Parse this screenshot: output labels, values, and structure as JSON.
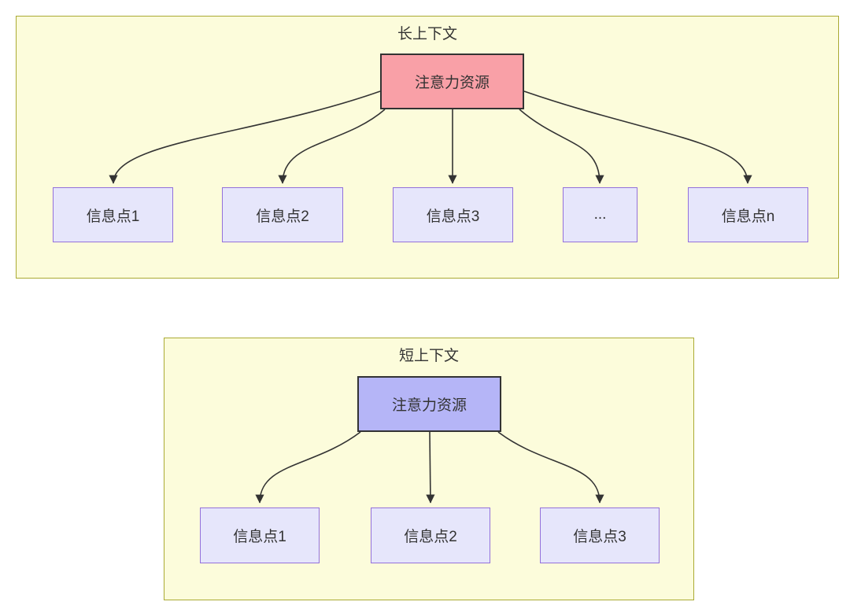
{
  "colors": {
    "panel-fill": "#FCFCDB",
    "panel-border": "#AAAA33",
    "attention-long-fill": "#F9A0A7",
    "attention-short-fill": "#B5B5F7",
    "info-fill": "#E6E6FB",
    "info-border": "#9370DB",
    "stroke": "#333333",
    "text": "#333333"
  },
  "sections": [
    {
      "title": "长上下文",
      "attention_label": "注意力资源",
      "nodes": [
        {
          "label": "信息点1"
        },
        {
          "label": "信息点2"
        },
        {
          "label": "信息点3"
        },
        {
          "label": "..."
        },
        {
          "label": "信息点n"
        }
      ],
      "edges": [
        {
          "from": "注意力资源",
          "to": "信息点1"
        },
        {
          "from": "注意力资源",
          "to": "信息点2"
        },
        {
          "from": "注意力资源",
          "to": "信息点3"
        },
        {
          "from": "注意力资源",
          "to": "..."
        },
        {
          "from": "注意力资源",
          "to": "信息点n"
        }
      ]
    },
    {
      "title": "短上下文",
      "attention_label": "注意力资源",
      "nodes": [
        {
          "label": "信息点1"
        },
        {
          "label": "信息点2"
        },
        {
          "label": "信息点3"
        }
      ],
      "edges": [
        {
          "from": "注意力资源",
          "to": "信息点1"
        },
        {
          "from": "注意力资源",
          "to": "信息点2"
        },
        {
          "from": "注意力资源",
          "to": "信息点3"
        }
      ]
    }
  ]
}
